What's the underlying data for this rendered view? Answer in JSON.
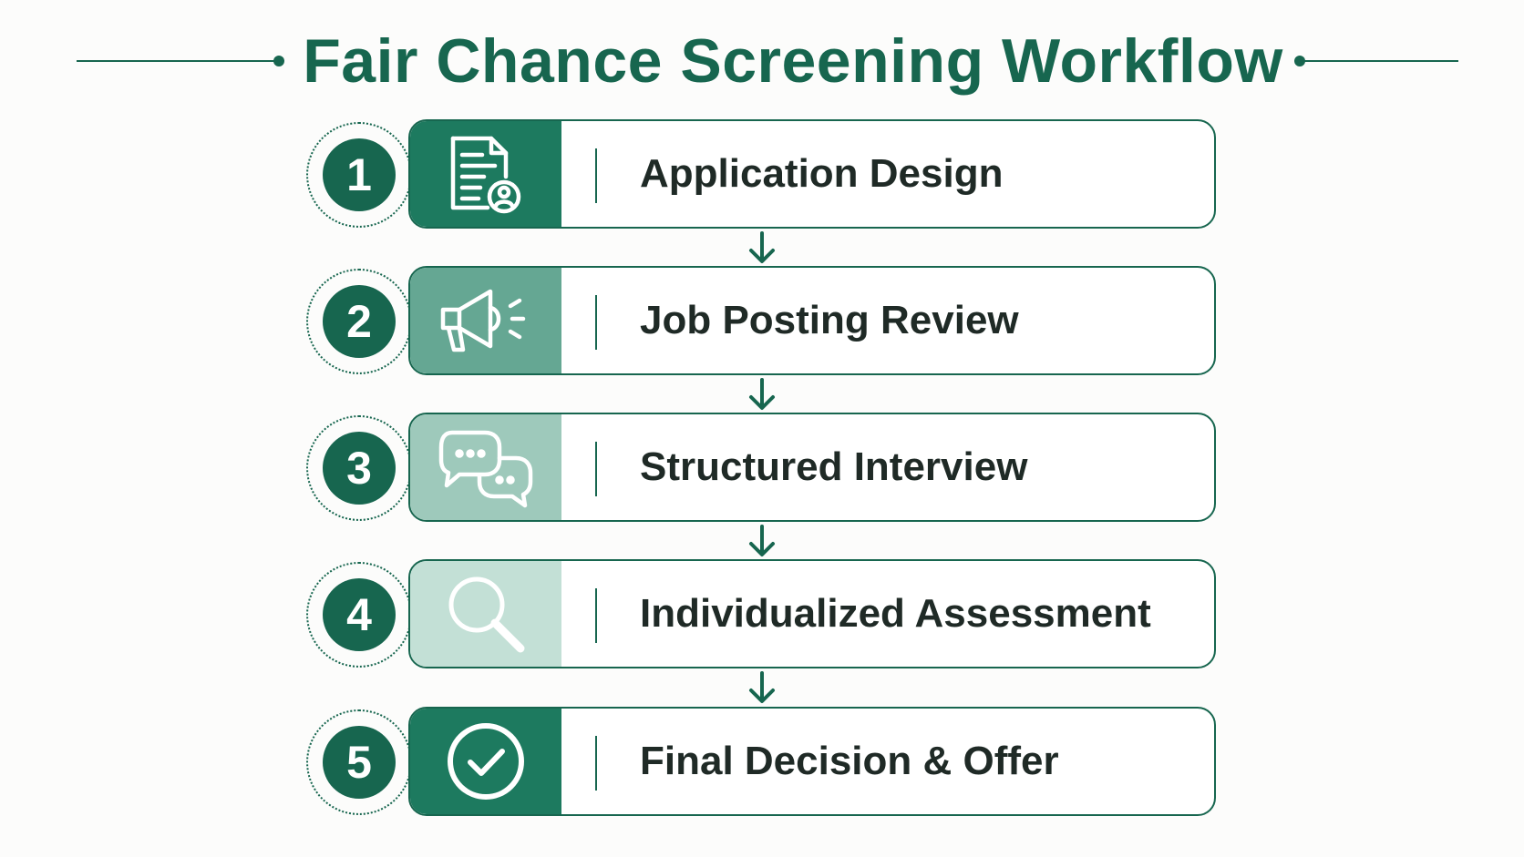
{
  "title": "Fair Chance Screening Workflow",
  "colors": {
    "primary": "#17664f",
    "panel_tints": [
      "#1d7a5f",
      "#65a793",
      "#9ec9bb",
      "#c3e0d6",
      "#1d7a5f"
    ]
  },
  "steps": [
    {
      "number": "1",
      "label": "Application Design",
      "icon": "document-user-icon"
    },
    {
      "number": "2",
      "label": "Job Posting Review",
      "icon": "megaphone-icon"
    },
    {
      "number": "3",
      "label": "Structured Interview",
      "icon": "chat-bubbles-icon"
    },
    {
      "number": "4",
      "label": "Individualized Assessment",
      "icon": "magnifier-icon"
    },
    {
      "number": "5",
      "label": "Final Decision & Offer",
      "icon": "check-circle-icon"
    }
  ]
}
